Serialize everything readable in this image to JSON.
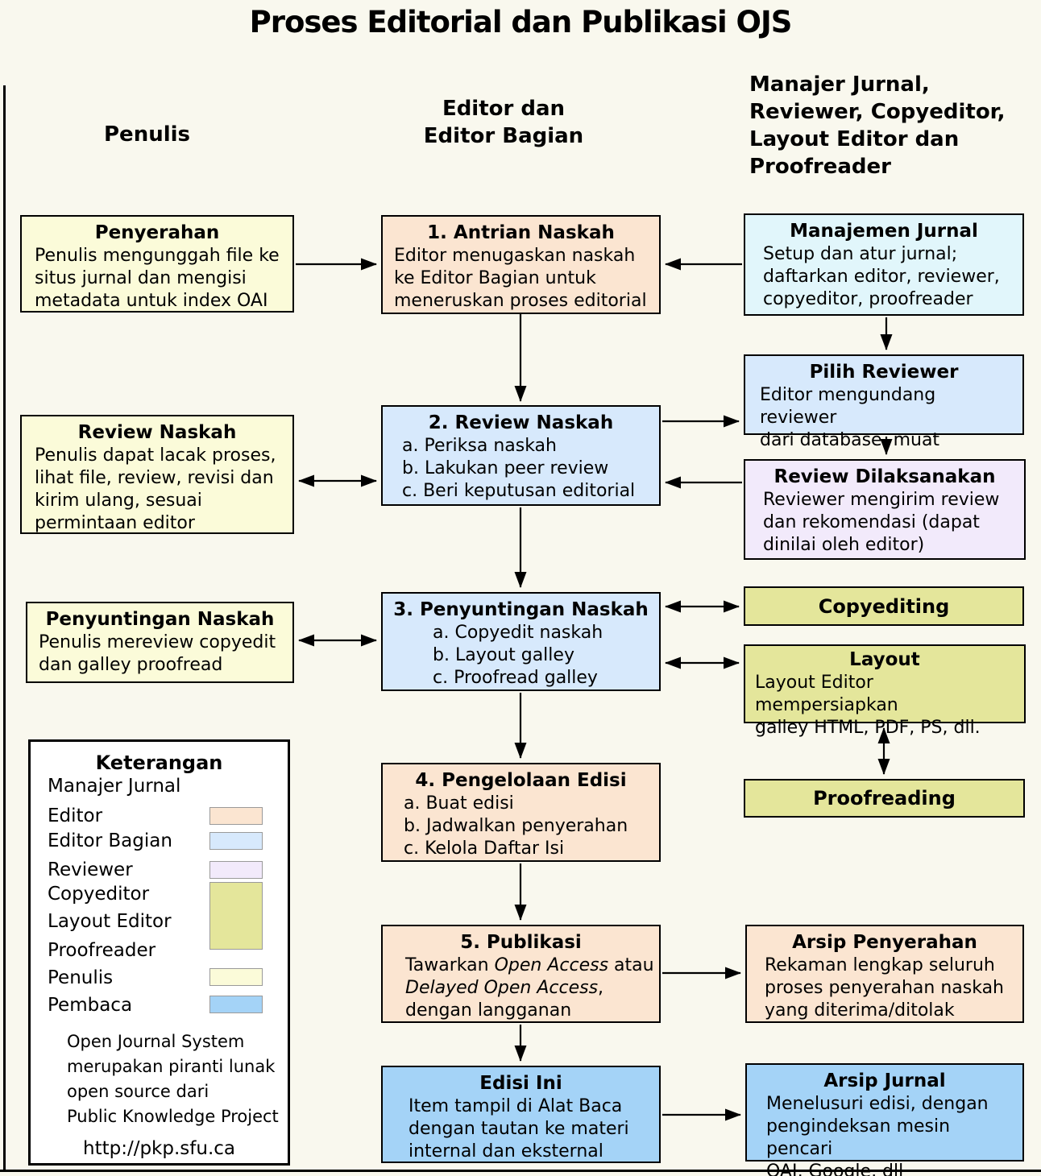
{
  "title": "Proses Editorial dan Publikasi OJS",
  "columns": {
    "left": "Penulis",
    "center": "Editor dan\nEditor Bagian",
    "right": "Manajer Jurnal,\nReviewer, Copyeditor,\nLayout Editor dan\nProofreader"
  },
  "colors": {
    "manajer_jurnal": "#E1F6FB",
    "editor": "#FBE5D1",
    "editor_bagian": "#D7E9FC",
    "reviewer": "#F2EAFB",
    "copyeditor_layout_proofreader": "#E4E69B",
    "penulis": "#FBFBD9",
    "pembaca": "#A4D3F7"
  },
  "boxes": {
    "penyerahan": {
      "title": "Penyerahan",
      "body": "Penulis mengunggah file ke\nsitus jurnal dan mengisi\nmetadata untuk index OAI"
    },
    "antrian_naskah": {
      "title": "1. Antrian Naskah",
      "body": "Editor menugaskan naskah\nke Editor Bagian untuk\nmeneruskan proses editorial"
    },
    "manajemen_jurnal": {
      "title": "Manajemen Jurnal",
      "body": "Setup dan atur jurnal;\ndaftarkan editor, reviewer,\ncopyeditor, proofreader"
    },
    "review_naskah_penulis": {
      "title": "Review Naskah",
      "body": "Penulis dapat lacak proses,\nlihat file, review, revisi dan\nkirim ulang, sesuai\npermintaan editor"
    },
    "review_naskah": {
      "title": "2. Review Naskah",
      "body": "a. Periksa naskah\nb. Lakukan peer review\nc. Beri keputusan editorial"
    },
    "pilih_reviewer": {
      "title": "Pilih Reviewer",
      "body": "Editor mengundang reviewer\ndari database, muat"
    },
    "review_dilaksanakan": {
      "title": "Review Dilaksanakan",
      "body": "Reviewer mengirim review\ndan rekomendasi (dapat\ndinilai oleh editor)"
    },
    "penyuntingan_naskah_penulis": {
      "title": "Penyuntingan Naskah",
      "body": "Penulis mereview copyedit\ndan galley proofread"
    },
    "penyuntingan_naskah": {
      "title": "3. Penyuntingan Naskah",
      "body": "a. Copyedit naskah\nb. Layout galley\nc. Proofread galley"
    },
    "copyediting": {
      "title": "Copyediting"
    },
    "layout": {
      "title": "Layout",
      "body": "Layout Editor mempersiapkan\ngalley HTML, PDF, PS, dll."
    },
    "proofreading": {
      "title": "Proofreading"
    },
    "pengelolaan_edisi": {
      "title": "4. Pengelolaan Edisi",
      "body": "a. Buat edisi\nb. Jadwalkan penyerahan\nc. Kelola Daftar Isi"
    },
    "publikasi": {
      "title": "5. Publikasi",
      "body_rich": [
        {
          "text": "Tawarkan "
        },
        {
          "text": "Open Access",
          "italic": true
        },
        {
          "text": " atau\n"
        },
        {
          "text": "Delayed Open Access",
          "italic": true
        },
        {
          "text": ",\ndengan langganan"
        }
      ]
    },
    "arsip_penyerahan": {
      "title": "Arsip Penyerahan",
      "body": "Rekaman lengkap seluruh\nproses penyerahan naskah\nyang diterima/ditolak"
    },
    "edisi_ini": {
      "title": "Edisi Ini",
      "body": "Item tampil di Alat Baca\ndengan tautan ke materi\ninternal dan eksternal"
    },
    "arsip_jurnal": {
      "title": "Arsip Jurnal",
      "body": "Menelusuri edisi, dengan\npengindeksan mesin pencari\nOAI, Google, dll"
    }
  },
  "legend": {
    "title": "Keterangan",
    "items": [
      {
        "label": "Manajer Jurnal"
      },
      {
        "label": "Editor"
      },
      {
        "label": "Editor Bagian"
      },
      {
        "label": "Reviewer"
      },
      {
        "label": "Copyeditor"
      },
      {
        "label": "Layout Editor"
      },
      {
        "label": "Proofreader"
      },
      {
        "label": "Penulis"
      },
      {
        "label": "Pembaca"
      }
    ],
    "note": "Open Journal System\nmerupakan piranti lunak\nopen source dari\nPublic Knowledge Project",
    "url": "http://pkp.sfu.ca"
  }
}
